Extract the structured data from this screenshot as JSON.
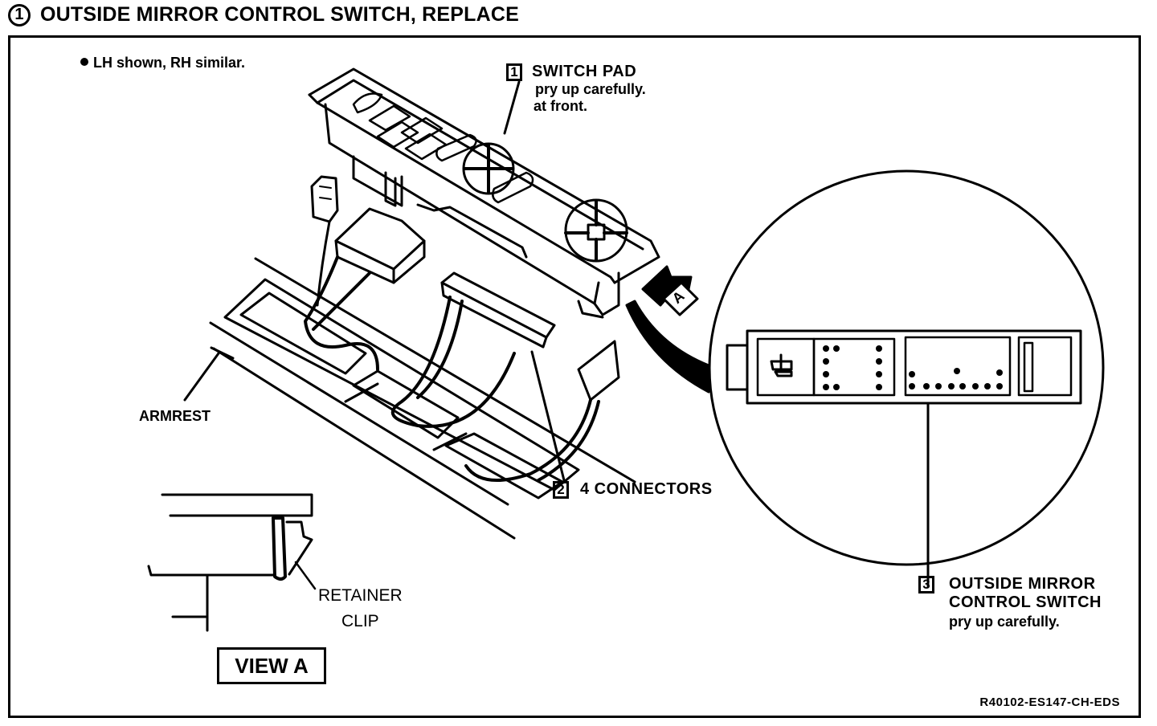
{
  "header": {
    "step_number": "1",
    "title": "OUTSIDE MIRROR CONTROL SWITCH, REPLACE"
  },
  "note": {
    "text": "LH shown, RH similar."
  },
  "callouts": [
    {
      "number": "1",
      "title": "SWITCH PAD",
      "lines": [
        "pry up carefully.",
        "at front."
      ]
    },
    {
      "number": "2",
      "title": "4 CONNECTORS",
      "lines": []
    },
    {
      "number": "3",
      "title_lines": [
        "OUTSIDE MIRROR",
        "CONTROL SWITCH"
      ],
      "lines": [
        "pry up carefully."
      ]
    }
  ],
  "labels": {
    "armrest": "ARMREST",
    "view_arrow": "A",
    "retainer_clip_line1": "RETAINER",
    "retainer_clip_line2": "CLIP",
    "view_a": "VIEW A"
  },
  "reference_code": "R40102-ES147-CH-EDS"
}
